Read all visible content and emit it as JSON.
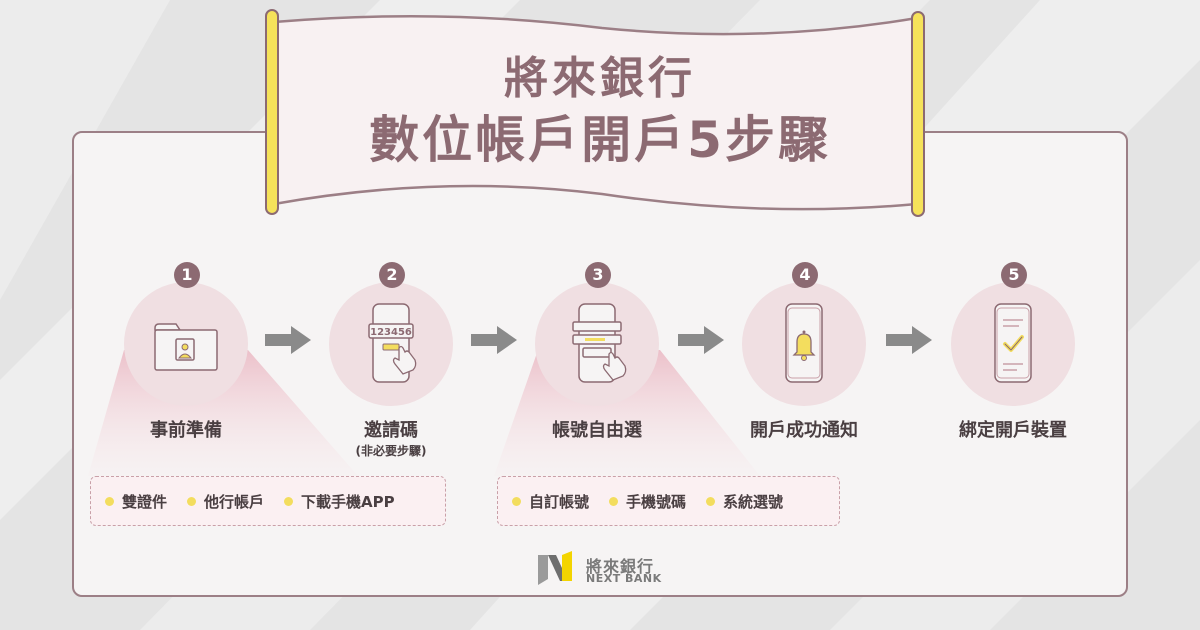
{
  "banner": {
    "line1": "將來銀行",
    "line2": "數位帳戶開戶5步驟"
  },
  "steps": [
    {
      "number": "1",
      "label": "事前準備",
      "sublabel": "",
      "icon": "folder-id-card-icon"
    },
    {
      "number": "2",
      "label": "邀請碼",
      "sublabel": "(非必要步驟)",
      "icon": "phone-invite-code-icon",
      "code": "123456"
    },
    {
      "number": "3",
      "label": "帳號自由選",
      "sublabel": "",
      "icon": "phone-select-account-icon"
    },
    {
      "number": "4",
      "label": "開戶成功通知",
      "sublabel": "",
      "icon": "phone-bell-icon"
    },
    {
      "number": "5",
      "label": "綁定開戶裝置",
      "sublabel": "",
      "icon": "phone-check-icon"
    }
  ],
  "prep_tags": [
    "雙證件",
    "他行帳戶",
    "下載手機APP"
  ],
  "account_tags": [
    "自訂帳號",
    "手機號碼",
    "系統選號"
  ],
  "logo": {
    "name_zh": "將來銀行",
    "name_en": "NEXT BANK"
  },
  "colors": {
    "accent": "#8c6a72",
    "circle": "#f0dfe2",
    "yellow": "#f3dd5e",
    "arrow": "#8a8a8a"
  }
}
